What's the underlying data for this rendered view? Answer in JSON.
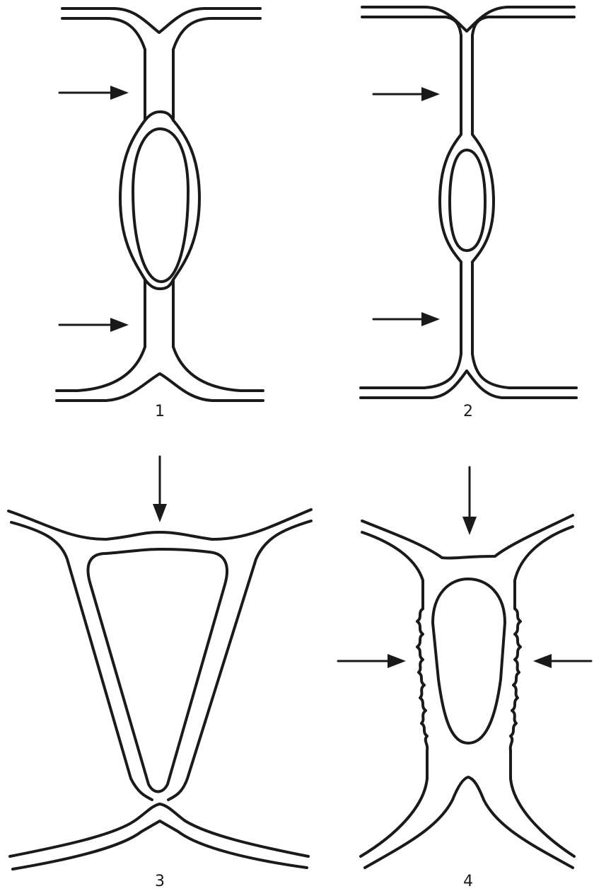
{
  "panels": [
    {
      "label": "1"
    },
    {
      "label": "2"
    },
    {
      "label": "3"
    },
    {
      "label": "4"
    }
  ],
  "colors": {
    "line": "#1a1a1a",
    "background": "#ffffff"
  },
  "icons": {
    "arrow": "arrow-icon"
  }
}
